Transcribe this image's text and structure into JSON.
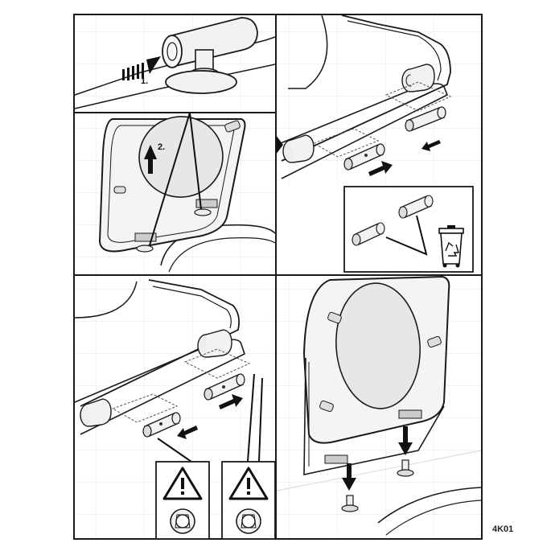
{
  "steps": {
    "step1_label": "1.",
    "step2_label": "2."
  },
  "diagram_code": "4K01",
  "icons": {
    "warning": "warning-triangle-icon",
    "recycle": "recycle-bin-icon",
    "arrow": "arrow-icon"
  },
  "colors": {
    "line": "#1a1a1a",
    "bg": "#ffffff",
    "fill": "#f2f2f2",
    "dark": "#111111"
  }
}
